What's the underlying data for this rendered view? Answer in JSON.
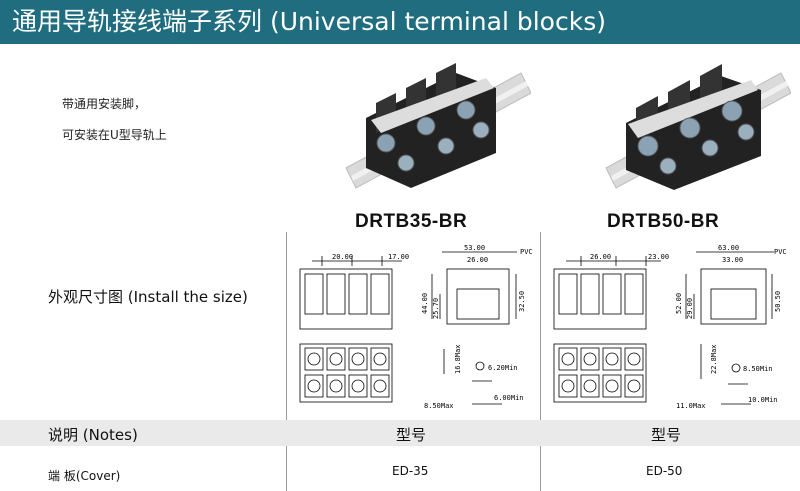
{
  "header": {
    "title": "通用导轨接线端子系列 (Universal terminal blocks)"
  },
  "intro": {
    "line1": "带通用安装脚，",
    "line2": "可安装在U型导轨上"
  },
  "models": [
    {
      "name": "DRTB35-BR",
      "dims": {
        "pitch": "20.00",
        "end": "17.00",
        "width": "53.00",
        "inner": "26.00",
        "pvc": "PVC",
        "h1": "44.00",
        "h2": "25.70",
        "h3": "32.50",
        "max_h": "16.8Max",
        "hole": "6.20Min",
        "slot": "6.00Min",
        "depth": "8.50Max"
      },
      "cover": "ED-35"
    },
    {
      "name": "DRTB50-BR",
      "dims": {
        "pitch": "26.00",
        "end": "23.00",
        "width": "63.00",
        "inner": "33.00",
        "pvc": "PVC",
        "h1": "52.00",
        "h2": "29.00",
        "h3": "50.50",
        "max_h": "22.8Max",
        "hole": "8.50Min",
        "slot": "10.0Min",
        "depth": "11.0Max"
      },
      "cover": "ED-50"
    }
  ],
  "rows": {
    "install": "外观尺寸图 (Install the size)",
    "notes": "说明 (Notes)",
    "model_header": "型号",
    "cover": "端  板(Cover)"
  },
  "colors": {
    "header_bg": "#1f6d7f",
    "rail": "#dadada",
    "block": "#222222"
  }
}
